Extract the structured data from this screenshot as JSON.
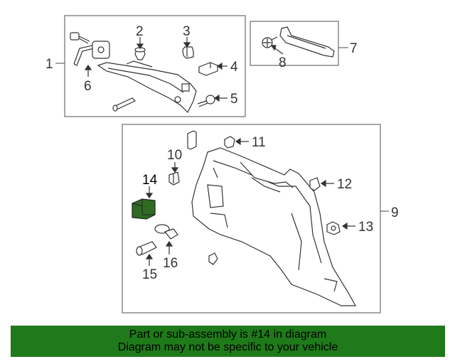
{
  "callouts": {
    "c1": "1",
    "c2": "2",
    "c3": "3",
    "c4": "4",
    "c5": "5",
    "c6": "6",
    "c7": "7",
    "c8": "8",
    "c9": "9",
    "c10": "10",
    "c11": "11",
    "c12": "12",
    "c13": "13",
    "c14": "14",
    "c15": "15",
    "c16": "16"
  },
  "colors": {
    "highlight_part": "#2f6b22",
    "banner_bg": "#1f7a1a",
    "line": "#666666"
  },
  "banner": {
    "line1": "Part or sub-assembly is #14 in diagram",
    "line2": "Diagram may not be specific to your vehicle"
  }
}
